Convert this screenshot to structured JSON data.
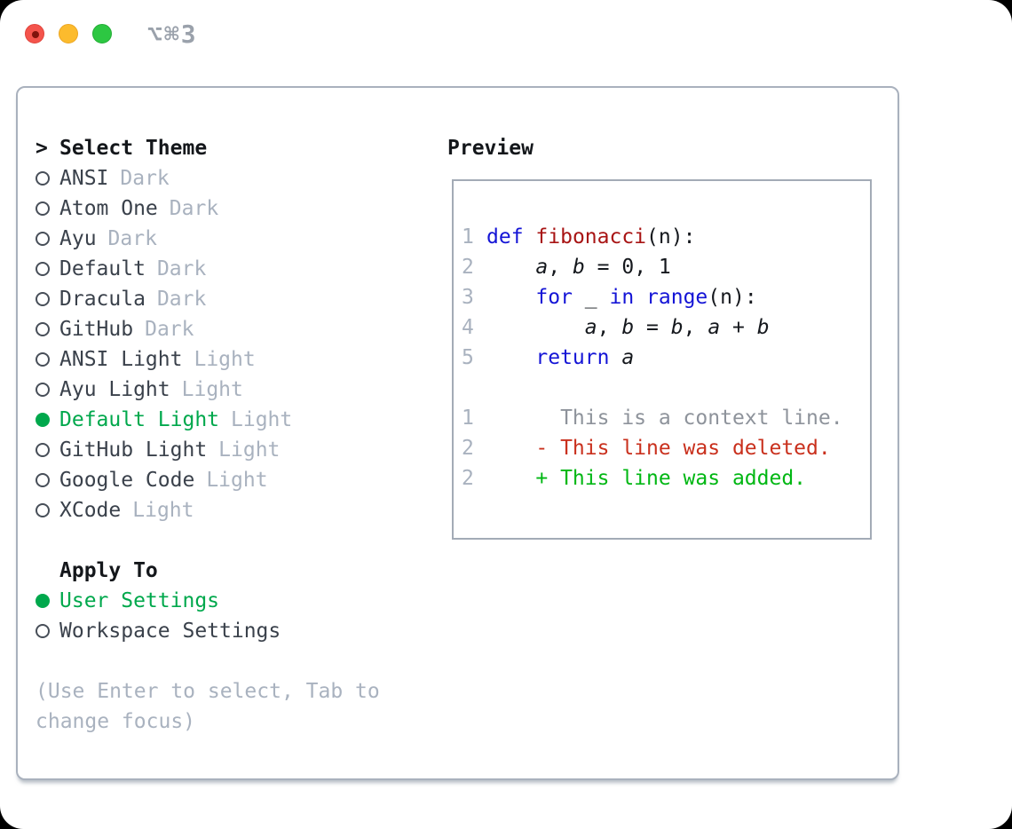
{
  "window": {
    "shortcut_label": "⌥⌘3",
    "traffic_lights": [
      "close",
      "minimize",
      "zoom"
    ]
  },
  "theme_panel": {
    "cursor": ">",
    "title": "Select Theme",
    "themes": [
      {
        "name": "ANSI",
        "tag": "Dark",
        "selected": false
      },
      {
        "name": "Atom One",
        "tag": "Dark",
        "selected": false
      },
      {
        "name": "Ayu",
        "tag": "Dark",
        "selected": false
      },
      {
        "name": "Default",
        "tag": "Dark",
        "selected": false
      },
      {
        "name": "Dracula",
        "tag": "Dark",
        "selected": false
      },
      {
        "name": "GitHub",
        "tag": "Dark",
        "selected": false
      },
      {
        "name": "ANSI Light",
        "tag": "Light",
        "selected": false
      },
      {
        "name": "Ayu Light",
        "tag": "Light",
        "selected": false
      },
      {
        "name": "Default Light",
        "tag": "Light",
        "selected": true
      },
      {
        "name": "GitHub Light",
        "tag": "Light",
        "selected": false
      },
      {
        "name": "Google Code",
        "tag": "Light",
        "selected": false
      },
      {
        "name": "XCode",
        "tag": "Light",
        "selected": false
      }
    ],
    "apply_to": {
      "title": "Apply To",
      "options": [
        {
          "label": "User Settings",
          "selected": true
        },
        {
          "label": "Workspace Settings",
          "selected": false
        }
      ]
    },
    "hint_line1": "(Use Enter to select, Tab to",
    "hint_line2": "change focus)"
  },
  "preview": {
    "title": "Preview",
    "code_lines": [
      {
        "num": "1",
        "tokens": [
          {
            "t": "def",
            "s": "kw"
          },
          {
            "t": " "
          },
          {
            "t": "fibonacci",
            "s": "fn"
          },
          {
            "t": "(n):"
          }
        ]
      },
      {
        "num": "2",
        "tokens": [
          {
            "t": "    "
          },
          {
            "t": "a",
            "s": "var"
          },
          {
            "t": ", "
          },
          {
            "t": "b",
            "s": "var"
          },
          {
            "t": " = 0, 1"
          }
        ]
      },
      {
        "num": "3",
        "tokens": [
          {
            "t": "    "
          },
          {
            "t": "for",
            "s": "kw"
          },
          {
            "t": " _ "
          },
          {
            "t": "in",
            "s": "kw"
          },
          {
            "t": " "
          },
          {
            "t": "range",
            "s": "kw"
          },
          {
            "t": "(n):"
          }
        ]
      },
      {
        "num": "4",
        "tokens": [
          {
            "t": "        "
          },
          {
            "t": "a",
            "s": "var"
          },
          {
            "t": ", "
          },
          {
            "t": "b",
            "s": "var"
          },
          {
            "t": " = "
          },
          {
            "t": "b",
            "s": "var"
          },
          {
            "t": ", "
          },
          {
            "t": "a",
            "s": "var"
          },
          {
            "t": " + "
          },
          {
            "t": "b",
            "s": "var"
          }
        ]
      },
      {
        "num": "5",
        "tokens": [
          {
            "t": "    "
          },
          {
            "t": "return",
            "s": "kw"
          },
          {
            "t": " "
          },
          {
            "t": "a",
            "s": "var"
          }
        ]
      }
    ],
    "diff_lines": [
      {
        "num": "1",
        "kind": "context",
        "text": "      This is a context line."
      },
      {
        "num": "2",
        "kind": "deleted",
        "text": "    - This line was deleted."
      },
      {
        "num": "2",
        "kind": "added",
        "text": "    + This line was added."
      }
    ]
  },
  "colors": {
    "selection_green": "#00a84c",
    "keyword_blue": "#1414d6",
    "function_red": "#a81414",
    "code_plain": "#15181d",
    "diff_context_gray": "#8e939b",
    "diff_deleted_red": "#c9301d",
    "diff_added_green": "#00b713",
    "muted_gray": "#a9b2bf",
    "lineno_gray": "#a9b2bf",
    "name_gray": "#3a414b",
    "panel_border": "#a9b1bd"
  }
}
